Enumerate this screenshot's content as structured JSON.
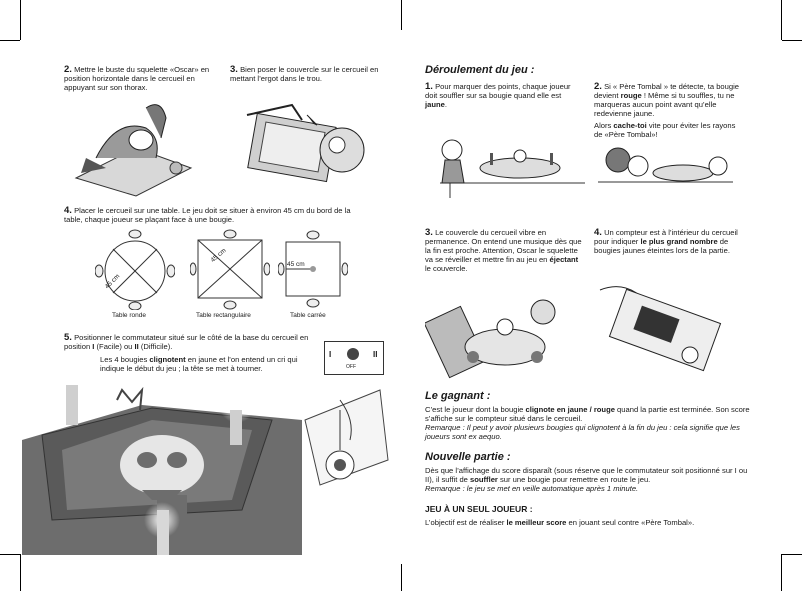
{
  "left": {
    "step2": {
      "num": "2.",
      "text": "Mettre le buste du squelette «Oscar» en position horizontale dans le cercueil en appuyant sur son thorax."
    },
    "step3": {
      "num": "3.",
      "text": "Bien poser le couvercle sur le cercueil en mettant l’ergot dans le trou."
    },
    "step4": {
      "num": "4.",
      "text": "Placer le cercueil sur une table. Le jeu doit se situer à environ 45 cm du bord de la table, chaque joueur se plaçant face à une bougie."
    },
    "tables": [
      {
        "label": "Table ronde",
        "dist": "45 cm"
      },
      {
        "label": "Table rectangulaire",
        "dist": "45 cm"
      },
      {
        "label": "Table carrée",
        "dist": "45 cm"
      }
    ],
    "step5": {
      "num": "5.",
      "text_a": "Positionner le commutateur situé sur le côté de la base du cercueil en position ",
      "i": "I",
      "text_b": " (Facile) ou ",
      "ii": "II",
      "text_c": " (Difficile).",
      "text2": "Les 4 bougies ",
      "bold2": "clignotent",
      "text3": " en jaune et l’on entend un cri qui indique le début du jeu ; la tête se met à tourner."
    },
    "switch": {
      "i": "I",
      "off": "OFF",
      "ii": "II"
    }
  },
  "right": {
    "title": "Déroulement du jeu :",
    "s1": {
      "num": "1.",
      "text": "Pour marquer des points, chaque joueur doit souffler sur sa bougie quand elle est ",
      "bold": "jaune",
      "end": "."
    },
    "s2": {
      "num": "2.",
      "text": "Si « Père Tombal » te détecte, ta bougie devient ",
      "bold": "rouge",
      "text2": " ! Même si tu souffles, tu ne marqueras aucun point avant qu’elle redevienne jaune.",
      "text3": "Alors ",
      "bold3": "cache-toi",
      "text4": " vite pour éviter les rayons de «Père Tombal»!"
    },
    "s3": {
      "num": "3.",
      "text": "Le couvercle du cercueil vibre en permanence. On entend une musique dès que la fin est proche. Attention, Oscar le squelette va se réveiller et mettre fin au jeu en ",
      "bold": "éjectant",
      "end": " le couvercle."
    },
    "s4": {
      "num": "4.",
      "text": "Un compteur est à l’intérieur du cercueil pour indiquer ",
      "bold": "le plus grand nombre",
      "end": " de bougies jaunes éteintes lors de la partie."
    },
    "gagnant": {
      "title": "Le gagnant :",
      "t1": "C’est le joueur dont la bougie ",
      "b1": "clignote en jaune / rouge",
      "t2": " quand la partie est terminée. Son score s’affiche sur le compteur situé dans le cercueil.",
      "rem": "Remarque : Il peut y avoir plusieurs bougies qui clignotent à la fin du jeu : cela signifie que les joueurs sont  ex aequo."
    },
    "nouvelle": {
      "title": "Nouvelle partie :",
      "t1": "Dès que l’affichage du score disparaît (sous réserve que le commutateur soit positionné sur I ou II), il suffit de ",
      "b1": "souffler",
      "t2": " sur une bougie pour remettre en route le jeu.",
      "rem": "Remarque :  le jeu se met en veille automatique après 1 minute."
    },
    "seul": {
      "title": "JEU À UN SEUL JOUEUR :",
      "t1": "L’objectif est de réaliser ",
      "b1": "le meilleur score",
      "t2": " en jouant seul contre «Père Tombal»."
    }
  }
}
